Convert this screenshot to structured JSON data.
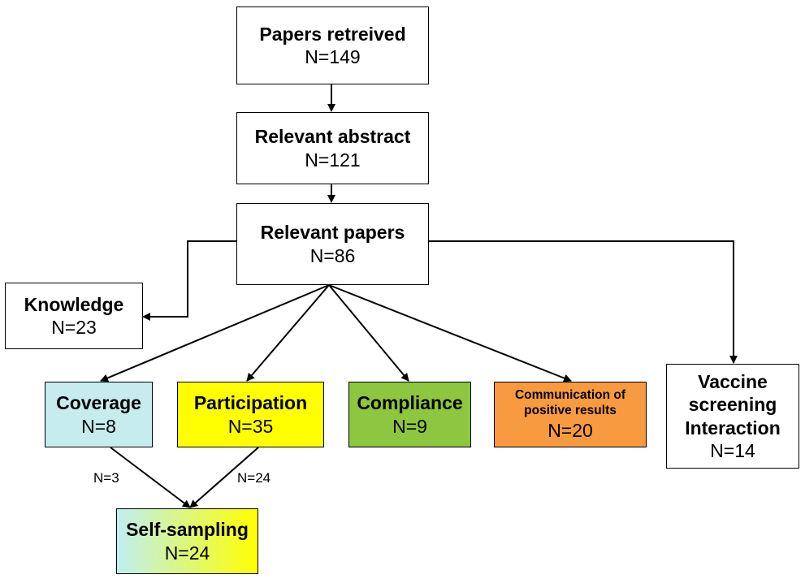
{
  "nodes": {
    "papers_retrieved": {
      "title": "Papers retreived",
      "count": "N=149"
    },
    "relevant_abstract": {
      "title": "Relevant abstract",
      "count": "N=121"
    },
    "relevant_papers": {
      "title": "Relevant papers",
      "count": "N=86"
    },
    "knowledge": {
      "title": "Knowledge",
      "count": "N=23"
    },
    "coverage": {
      "title": "Coverage",
      "count": "N=8",
      "color": "#c6ecee"
    },
    "participation": {
      "title": "Participation",
      "count": "N=35",
      "color": "#ffff00"
    },
    "compliance": {
      "title": "Compliance",
      "count": "N=9",
      "color": "#8dc63f"
    },
    "communication": {
      "title_line1": "Communication of",
      "title_line2": "positive results",
      "count": "N=20",
      "color": "#f89a40"
    },
    "vaccine": {
      "title_line1": "Vaccine",
      "title_line2": "screening",
      "title_line3": "Interaction",
      "count": "N=14"
    },
    "self_sampling": {
      "title": "Self-sampling",
      "count": "N=24",
      "gradient_from": "#bfeff2",
      "gradient_to": "#ffff00"
    }
  },
  "edge_labels": {
    "coverage_to_self": "N=3",
    "participation_to_self": "N=24"
  }
}
